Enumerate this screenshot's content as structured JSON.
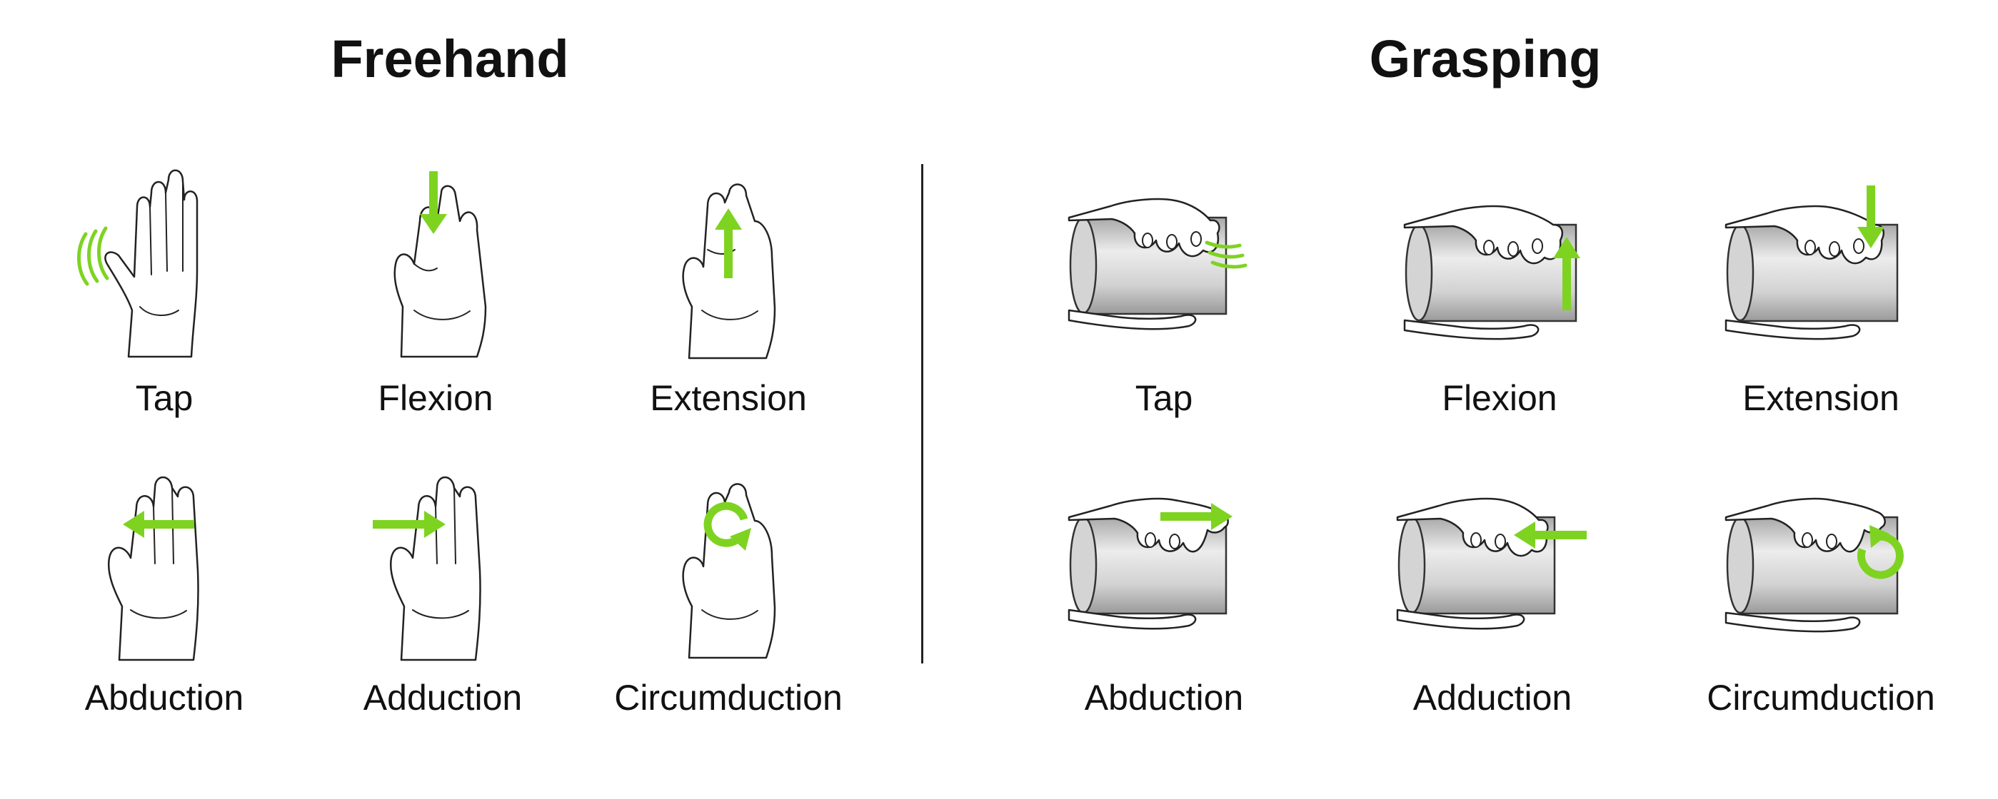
{
  "sections": {
    "freehand": {
      "title": "Freehand"
    },
    "grasping": {
      "title": "Grasping"
    }
  },
  "gestures": {
    "freehand": [
      {
        "label": "Tap",
        "icon": "vibration-icon"
      },
      {
        "label": "Flexion",
        "icon": "arrow-down-icon"
      },
      {
        "label": "Extension",
        "icon": "arrow-up-icon"
      },
      {
        "label": "Abduction",
        "icon": "arrow-left-icon"
      },
      {
        "label": "Adduction",
        "icon": "arrow-right-icon"
      },
      {
        "label": "Circumduction",
        "icon": "circular-arrow-icon"
      }
    ],
    "grasping": [
      {
        "label": "Tap",
        "icon": "vibration-icon"
      },
      {
        "label": "Flexion",
        "icon": "arrow-up-icon"
      },
      {
        "label": "Extension",
        "icon": "arrow-down-icon"
      },
      {
        "label": "Abduction",
        "icon": "arrow-right-icon"
      },
      {
        "label": "Adduction",
        "icon": "arrow-left-icon"
      },
      {
        "label": "Circumduction",
        "icon": "circular-arrow-icon"
      }
    ]
  },
  "colors": {
    "accent": "#7ed321",
    "line": "#222222",
    "cylinder": "#cfcfcf"
  }
}
